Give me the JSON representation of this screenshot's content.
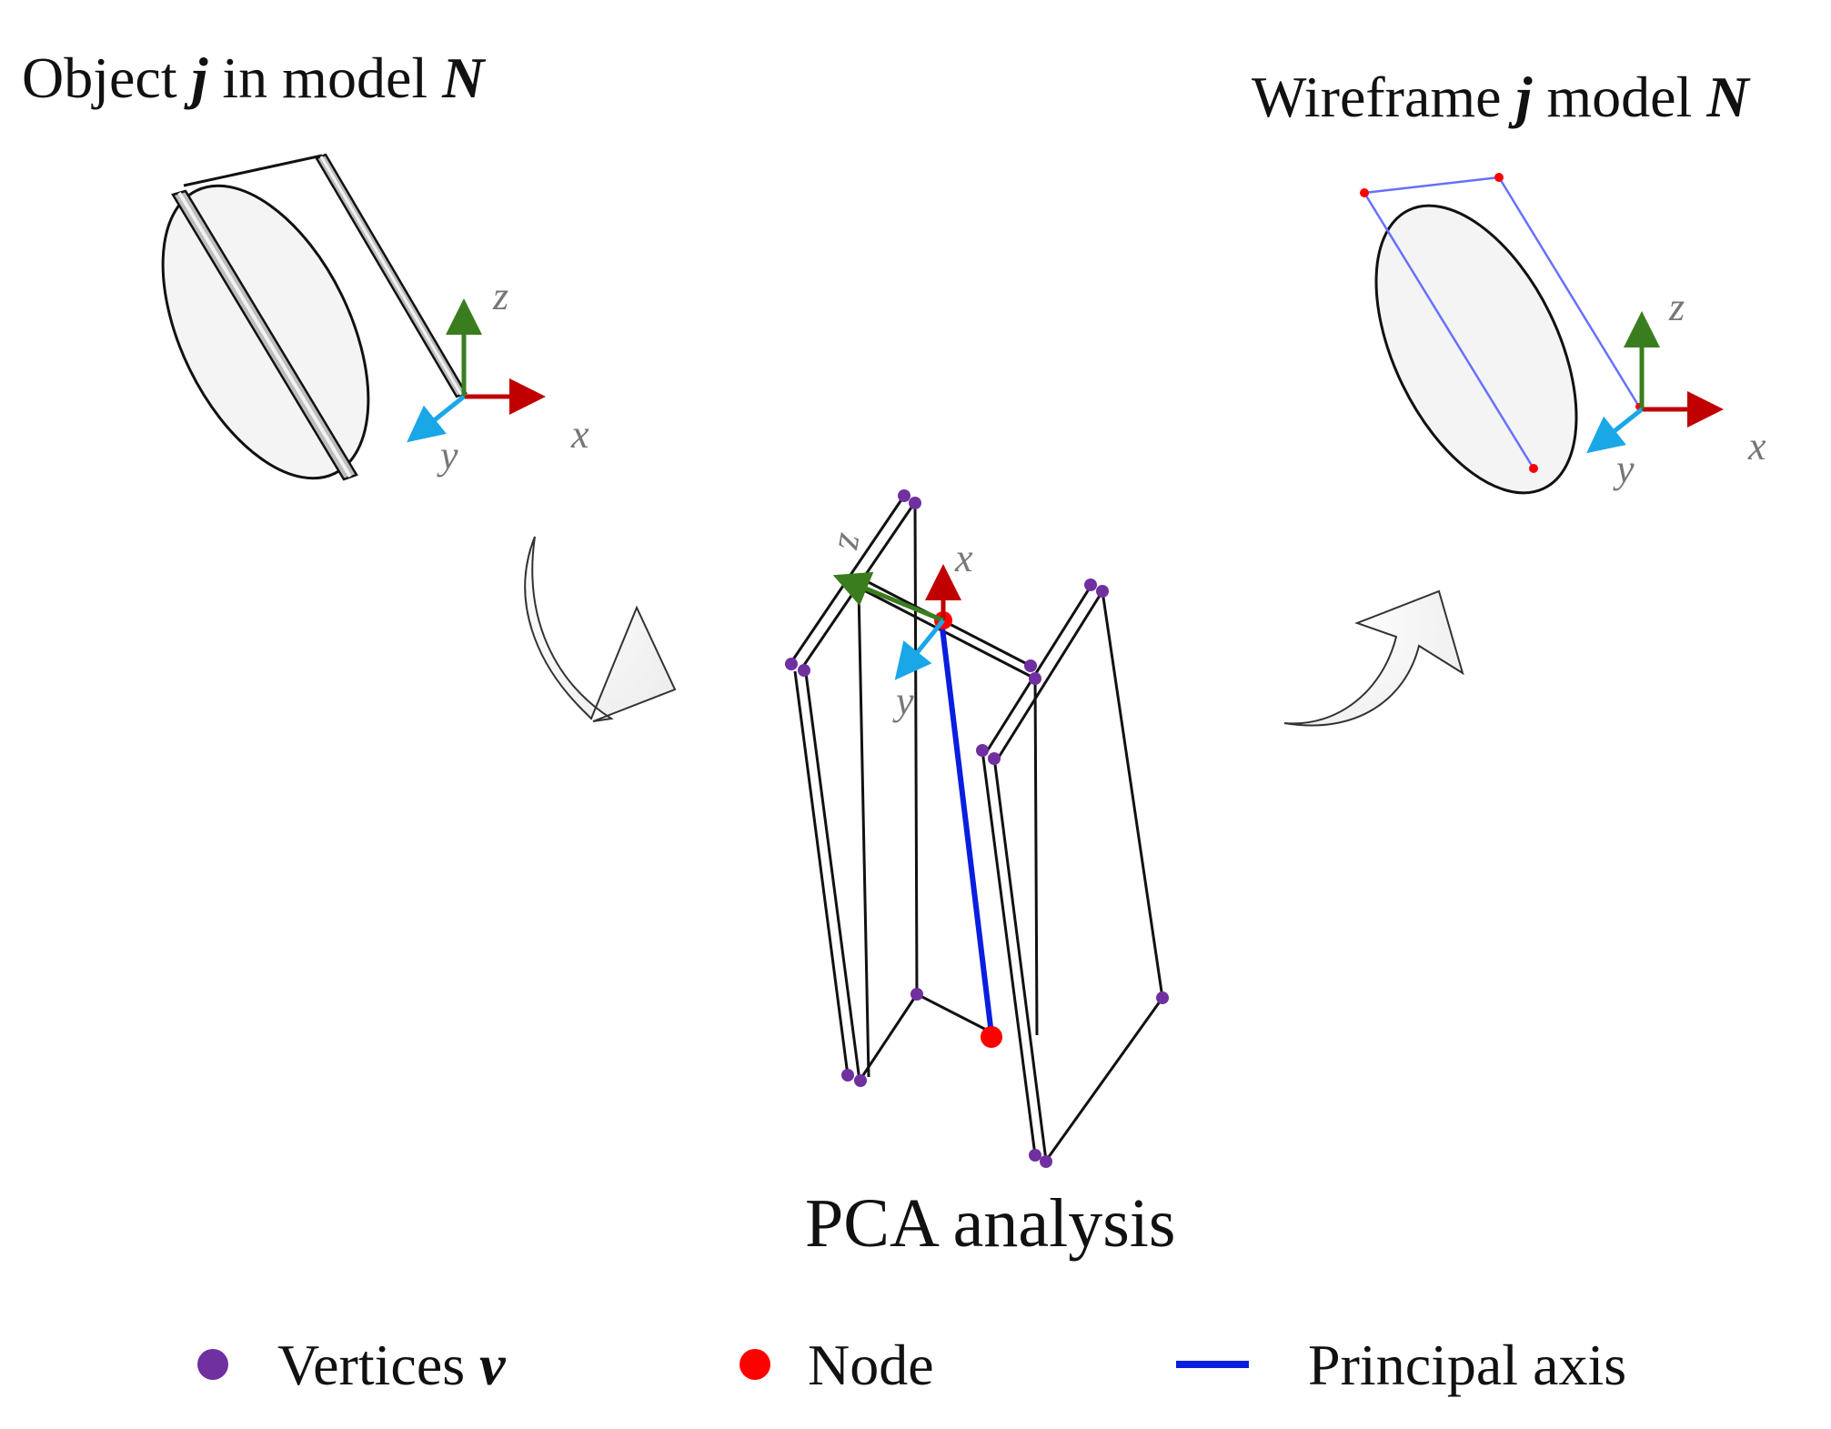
{
  "panels": {
    "object": {
      "title_prefix": "Object ",
      "title_j": "j",
      "title_mid": " in model ",
      "title_N": "N"
    },
    "wireframe": {
      "title_prefix": "Wireframe ",
      "title_j": "j",
      "title_mid": " model ",
      "title_N": "N"
    },
    "pca": {
      "caption": "PCA analysis"
    }
  },
  "axes": {
    "x": "x",
    "y": "y",
    "z": "z"
  },
  "legend": {
    "vertices_label": "Vertices ",
    "vertices_symbol": "v",
    "node_label": "Node",
    "axis_label": "Principal axis"
  },
  "colors": {
    "vertex": "#7030a0",
    "node": "#ff0000",
    "principal_axis": "#0a1ee0",
    "wire": "#6670ff",
    "axis_x": "#c00000",
    "axis_y": "#1aa7e8",
    "axis_z": "#3a7d1e",
    "arrow_fill": "#f7f7f7"
  }
}
